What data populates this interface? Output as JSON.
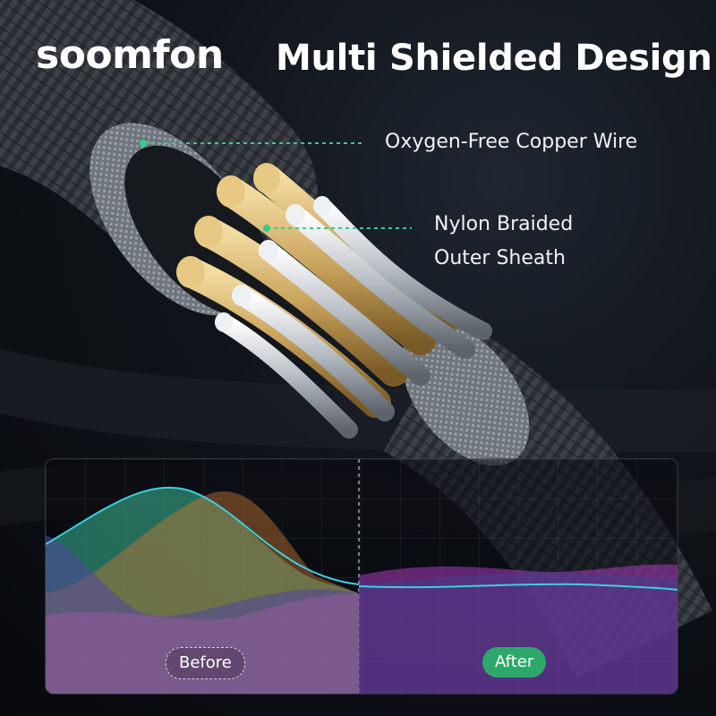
{
  "brand": {
    "logo_text": "soomfon"
  },
  "headline": "Multi Shielded Design",
  "callouts": [
    {
      "text": "Oxygen-Free Copper Wire"
    },
    {
      "lines": [
        "Nylon Braided",
        "Outer Sheath"
      ]
    }
  ],
  "comparison": {
    "before_label": "Before",
    "after_label": "After"
  },
  "colors": {
    "copper": "#c9a35c",
    "accent_green": "#2ea86a",
    "dotted_line": "#2fd08a"
  }
}
